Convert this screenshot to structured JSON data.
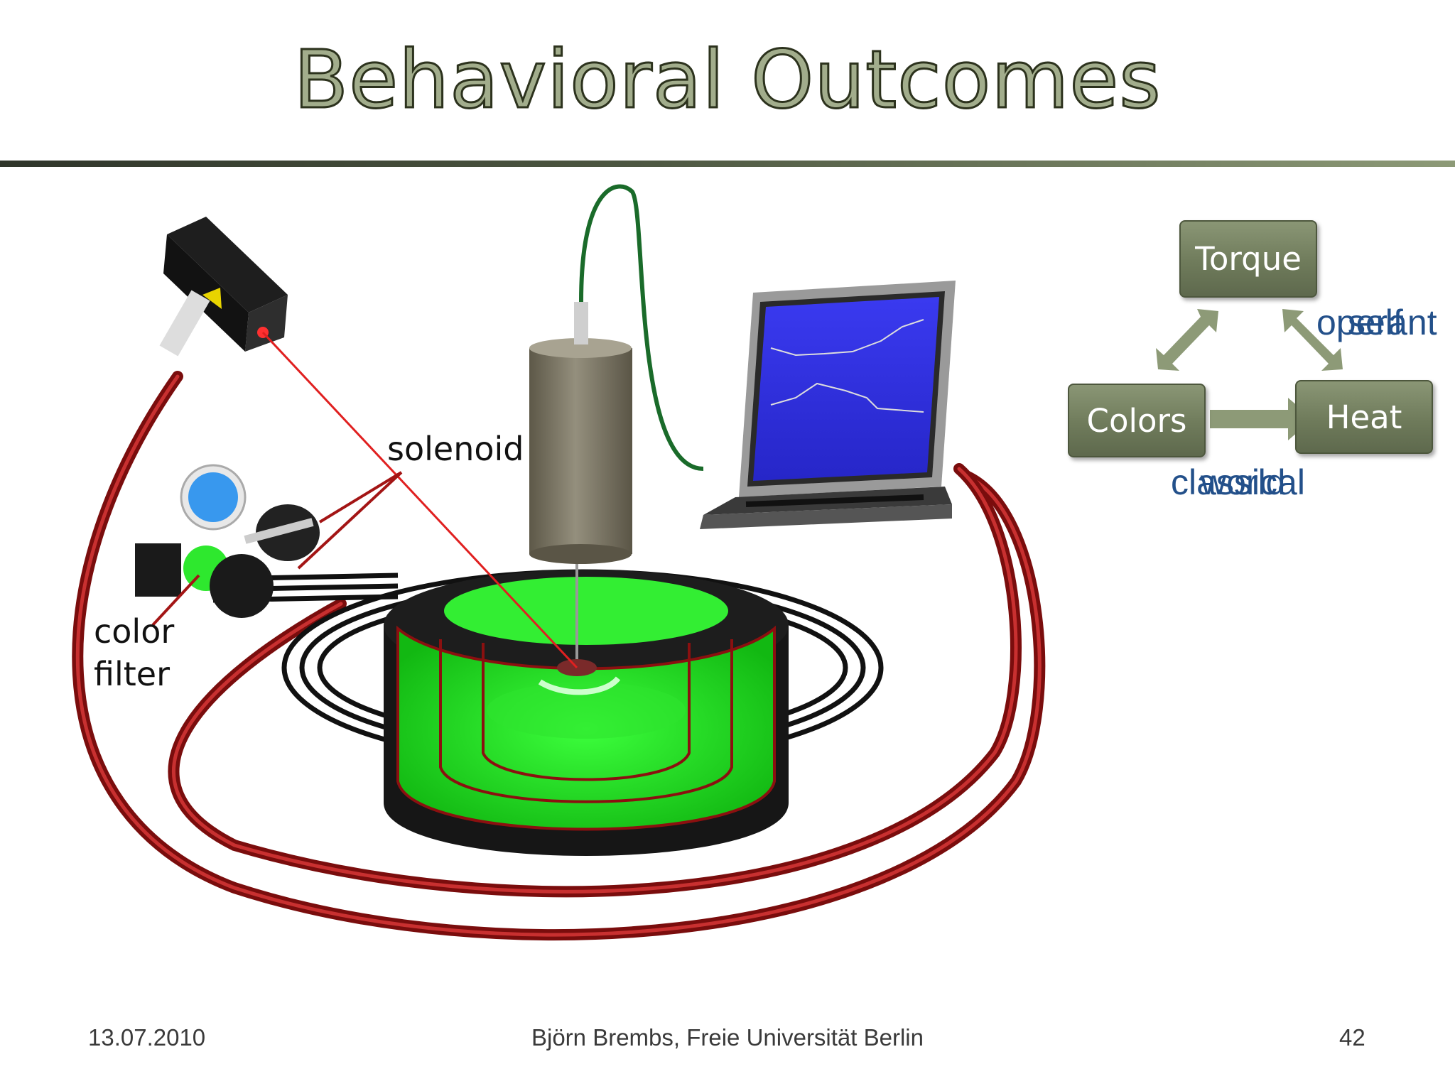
{
  "slide": {
    "title": "Behavioral Outcomes"
  },
  "illustration": {
    "label_solenoid": "solenoid",
    "label_color_filter_line1": "color",
    "label_color_filter_line2": "filter"
  },
  "diagram": {
    "box_torque": "Torque",
    "box_colors": "Colors",
    "box_heat": "Heat",
    "label_top_a": "operant",
    "label_top_b": "self",
    "label_bottom_a": "classical",
    "label_bottom_b": "world"
  },
  "footer": {
    "date": "13.07.2010",
    "author": "Björn Brembs, Freie Universität Berlin",
    "page": "42"
  },
  "colors": {
    "title_fill": "#a2ad8c",
    "box_fill": "#6f7b5b",
    "arrow_fill": "#8d9a77",
    "label_blue": "#23508a",
    "arena_green": "#22dd22",
    "cable_red": "#8b1010"
  }
}
